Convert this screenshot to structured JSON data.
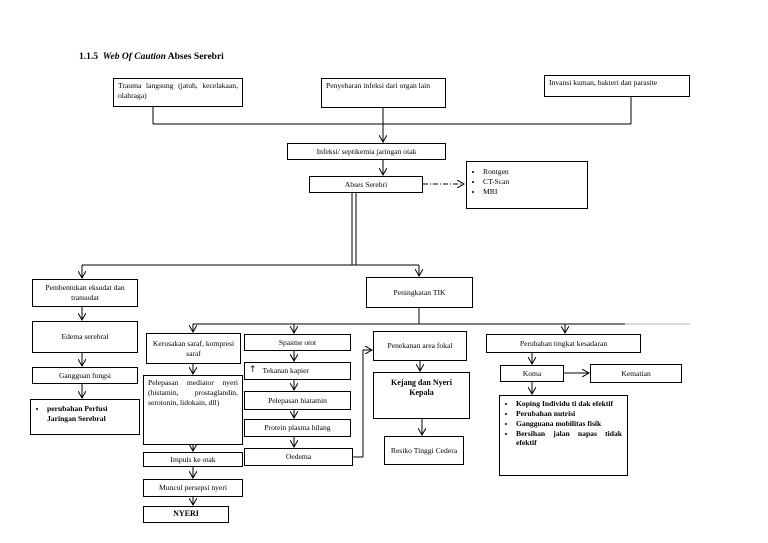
{
  "heading": {
    "number": "1.1.5",
    "italic": "Web Of Caution",
    "rest": "Abses Serebri"
  },
  "nodes": {
    "trauma": "Trauma langsung (jatuh, kecelakaan, olahraga)",
    "penyebaran": "Penyebaran infeksi dari organ lain",
    "invansi": "Invansi kuman, bakteri dan parasite",
    "infeksi": "Infeksi/ septikemia jaringan otak",
    "abses": "Abses Serebri",
    "diagnostics": [
      "Rontgen",
      "CT-Scan",
      "MRI"
    ],
    "pembentukan": "Pembentukan eksudat dan transudat",
    "peningkatan_tik": "Peningkatan TIK",
    "edema": "Edema serebral",
    "gangguan_fungsi": "Gangguan fungsi",
    "perfusi": "perubahan Perfusi Jaringan Serebral",
    "kerusakan": "Kerusakan saraf, kompresi saraf",
    "pelepasan_mediator": "Pelepasan mediator nyeri (histamin, prostaglandin, serotonin, lidokain, dll)",
    "impuls": "Impuls ke otak",
    "muncul": "Muncul persepsi nyeri",
    "nyeri": "NYERI",
    "spasme": "Spasme otot",
    "tekanan_arrow": "↑",
    "tekanan": "Tekanan kapier",
    "hiatamin": "Pelepasan hiatamin",
    "protein": "Protein plasma hilang",
    "oedema": "Oedema",
    "penekanan": "Penekanan area fokal",
    "kejang": "Kejang dan Nyeri Kepala",
    "resiko": "Resiko Tinggi Cedera",
    "perubahan_kesadaran": "Perubahan tingkat kesadaran",
    "koma": "Koma",
    "kematian": "Kematian",
    "diagnoses": [
      "Koping Individu ti dak efektif",
      "Perubahan nutrisi",
      "Gangguana mobilitas fisik",
      "Bersihan jalan napas tidak efektif"
    ]
  },
  "colors": {
    "line": "#000000",
    "separator": "#b5b5b5"
  }
}
